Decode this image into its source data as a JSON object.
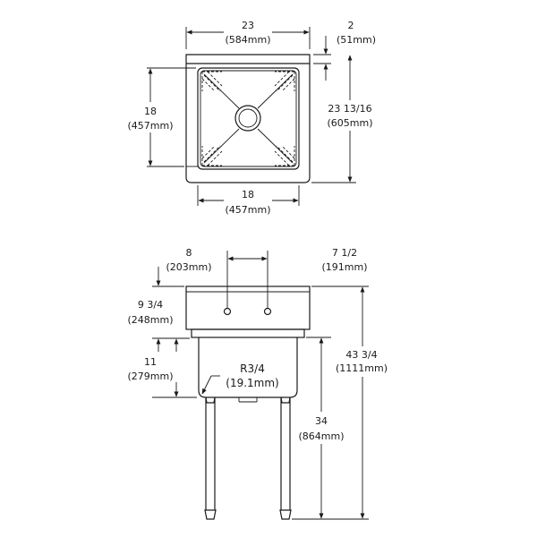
{
  "top_view": {
    "width_in": "23",
    "width_mm": "(584mm)",
    "backsplash_in": "2",
    "backsplash_mm": "(51mm)",
    "depth_in": "23 13/16",
    "depth_mm": "(605mm)",
    "bowl_depth_in": "18",
    "bowl_depth_mm": "(457mm)",
    "bowl_width_in": "18",
    "bowl_width_mm": "(457mm)"
  },
  "front_view": {
    "faucet_left_in": "8",
    "faucet_left_mm": "(203mm)",
    "faucet_right_in": "7 1/2",
    "faucet_right_mm": "(191mm)",
    "splash_height_in": "9 3/4",
    "splash_height_mm": "(248mm)",
    "bowl_depth_in": "11",
    "bowl_depth_mm": "(279mm)",
    "radius_in": "R3/4",
    "radius_mm": "(19.1mm)",
    "overall_height_in": "43 3/4",
    "overall_height_mm": "(1111mm)",
    "rim_height_in": "34",
    "rim_height_mm": "(864mm)"
  }
}
